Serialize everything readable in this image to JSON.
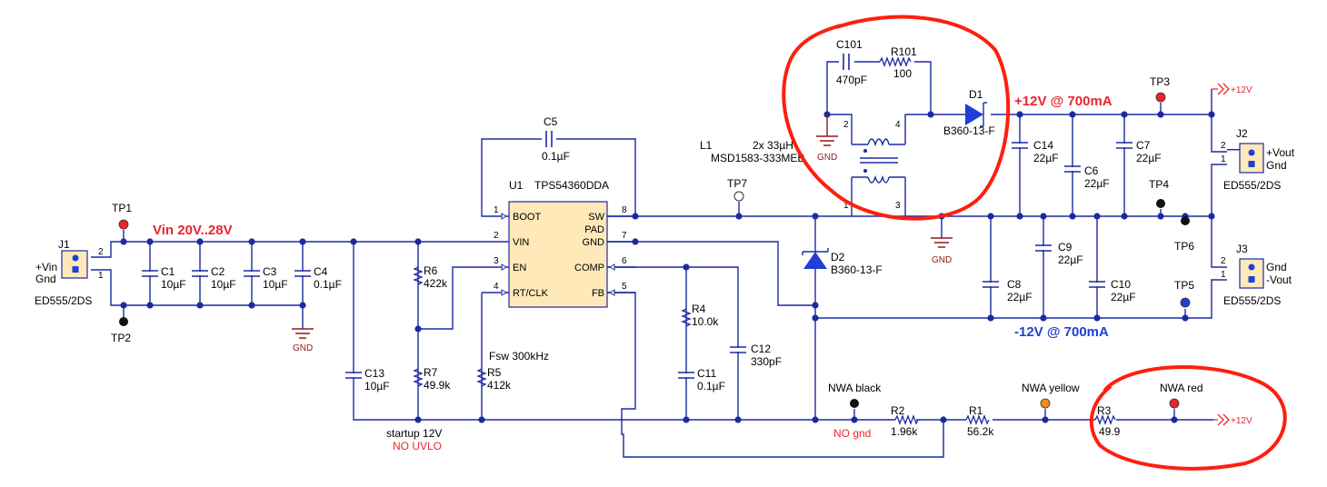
{
  "components": {
    "J1": {
      "ref": "J1",
      "part": "ED555/2DS",
      "pin_plus": "+Vin",
      "pin_gnd": "Gnd",
      "pin1": "1",
      "pin2": "2"
    },
    "J2": {
      "ref": "J2",
      "part": "ED555/2DS",
      "pin_plus": "+Vout",
      "pin_gnd": "Gnd",
      "pin1": "1",
      "pin2": "2"
    },
    "J3": {
      "ref": "J3",
      "part": "ED555/2DS",
      "pin_plus": "Gnd",
      "pin_gnd": "-Vout",
      "pin1": "1",
      "pin2": "2"
    },
    "U1": {
      "ref": "U1",
      "part": "TPS54360DDA",
      "pins_left": [
        {
          "num": "1",
          "name": "BOOT"
        },
        {
          "num": "2",
          "name": "VIN"
        },
        {
          "num": "3",
          "name": "EN"
        },
        {
          "num": "4",
          "name": "RT/CLK"
        }
      ],
      "pins_right": [
        {
          "num": "8",
          "name": "SW"
        },
        {
          "num": "",
          "name": "PAD"
        },
        {
          "num": "7",
          "name": "GND"
        },
        {
          "num": "6",
          "name": "COMP"
        },
        {
          "num": "5",
          "name": "FB"
        }
      ]
    },
    "C1": {
      "ref": "C1",
      "value": "10µF"
    },
    "C2": {
      "ref": "C2",
      "value": "10µF"
    },
    "C3": {
      "ref": "C3",
      "value": "10µF"
    },
    "C4": {
      "ref": "C4",
      "value": "0.1µF"
    },
    "C5": {
      "ref": "C5",
      "value": "0.1µF"
    },
    "C6": {
      "ref": "C6",
      "value": "22µF"
    },
    "C7": {
      "ref": "C7",
      "value": "22µF"
    },
    "C8": {
      "ref": "C8",
      "value": "22µF"
    },
    "C9": {
      "ref": "C9",
      "value": "22µF"
    },
    "C10": {
      "ref": "C10",
      "value": "22µF"
    },
    "C11": {
      "ref": "C11",
      "value": "0.1µF"
    },
    "C12": {
      "ref": "C12",
      "value": "330pF"
    },
    "C13": {
      "ref": "C13",
      "value": "10µF"
    },
    "C14": {
      "ref": "C14",
      "value": "22µF"
    },
    "C101": {
      "ref": "C101",
      "value": "470pF"
    },
    "R1": {
      "ref": "R1",
      "value": "56.2k"
    },
    "R2": {
      "ref": "R2",
      "value": "1.96k"
    },
    "R3": {
      "ref": "R3",
      "value": "49.9"
    },
    "R4": {
      "ref": "R4",
      "value": "10.0k"
    },
    "R5": {
      "ref": "R5",
      "value": "412k"
    },
    "R6": {
      "ref": "R6",
      "value": "422k"
    },
    "R7": {
      "ref": "R7",
      "value": "49.9k"
    },
    "R101": {
      "ref": "R101",
      "value": "100"
    },
    "D1": {
      "ref": "D1",
      "part": "B360-13-F"
    },
    "D2": {
      "ref": "D2",
      "part": "B360-13-F"
    },
    "L1": {
      "ref": "L1",
      "value": "2x 33µH",
      "part": "MSD1583-333MEB",
      "pin3": "3",
      "pin4": "4"
    },
    "TP1": {
      "ref": "TP1"
    },
    "TP2": {
      "ref": "TP2"
    },
    "TP3": {
      "ref": "TP3"
    },
    "TP4": {
      "ref": "TP4"
    },
    "TP5": {
      "ref": "TP5"
    },
    "TP6": {
      "ref": "TP6"
    },
    "TP7": {
      "ref": "TP7"
    }
  },
  "nets": {
    "vin": "Vin 20V..28V",
    "pos12": "+12V @ 700mA",
    "neg12": "-12V @ 700mA",
    "fsw": "Fsw 300kHz",
    "startup": "startup 12V",
    "no_uvlo": "NO UVLO",
    "no_gnd": "NO gnd",
    "nwa_black": "NWA black",
    "nwa_yellow": "NWA yellow",
    "nwa_red": "NWA red",
    "plus12_flag": "+12V",
    "gnd": "GND"
  },
  "colors": {
    "wire": "#1c2aa0",
    "net_label_red": "#e8262e",
    "net_label_blue": "#1f3fd6",
    "gnd": "#8b1a1a",
    "annotation_circle": "#ff1e0e",
    "tp_red": "#e8262e",
    "tp_black": "#111111",
    "tp_blue": "#1f3fd6",
    "tp_orange": "#f28c1e",
    "component_fill": "#ffe9b8"
  }
}
